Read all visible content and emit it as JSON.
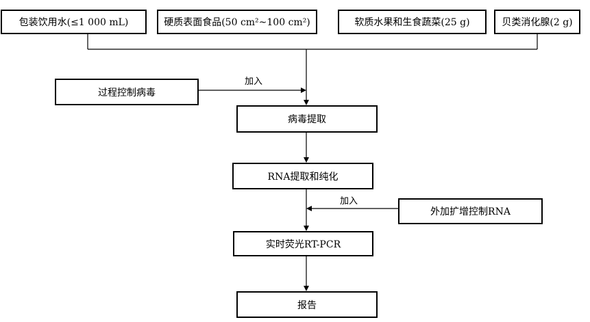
{
  "sources": [
    {
      "label": "包装饮用水(≤1 000 mL)"
    },
    {
      "label": "硬质表面食品(50 cm²~100 cm²)"
    },
    {
      "label": "软质水果和生食蔬菜(25 g)"
    },
    {
      "label": "贝类消化腺(2 g)"
    }
  ],
  "process_control": "过程控制病毒",
  "add_label_1": "加入",
  "virus_extraction": "病毒提取",
  "rna_extraction": "RNA提取和纯化",
  "amplification_control": "外加扩增控制RNA",
  "add_label_2": "加入",
  "rt_pcr": "实时荧光RT-PCR",
  "report": "报告"
}
